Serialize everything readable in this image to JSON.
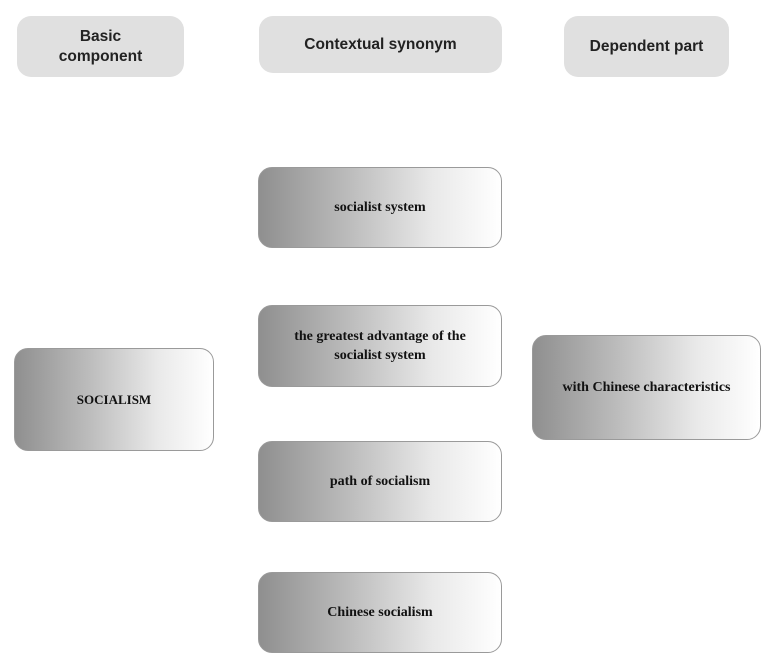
{
  "headers": {
    "basic": {
      "line1": "Basic",
      "line2": "component"
    },
    "synonym": {
      "label": "Contextual synonym"
    },
    "dependent": {
      "label": "Dependent part"
    }
  },
  "basic_component": {
    "label": "SOCIALISM"
  },
  "contextual_synonyms": [
    {
      "line1": "socialist system"
    },
    {
      "line1": "the greatest advantage of the",
      "line2": "socialist system"
    },
    {
      "line1": "path of socialism"
    },
    {
      "line1": "Chinese socialism"
    }
  ],
  "dependent_part": {
    "label": "with Chinese characteristics"
  },
  "colors": {
    "header_fill": "#e0e0e0",
    "node_gradient_dark": "#8f8f8f",
    "node_gradient_light": "#ffffff",
    "node_border": "#9a9a9a"
  }
}
